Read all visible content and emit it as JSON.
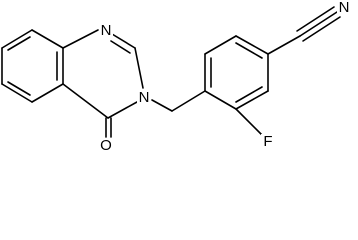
{
  "molecule": {
    "atoms": {
      "n1": "N",
      "n3": "N",
      "o": "O",
      "f": "F",
      "nitrile_n": "N"
    }
  }
}
